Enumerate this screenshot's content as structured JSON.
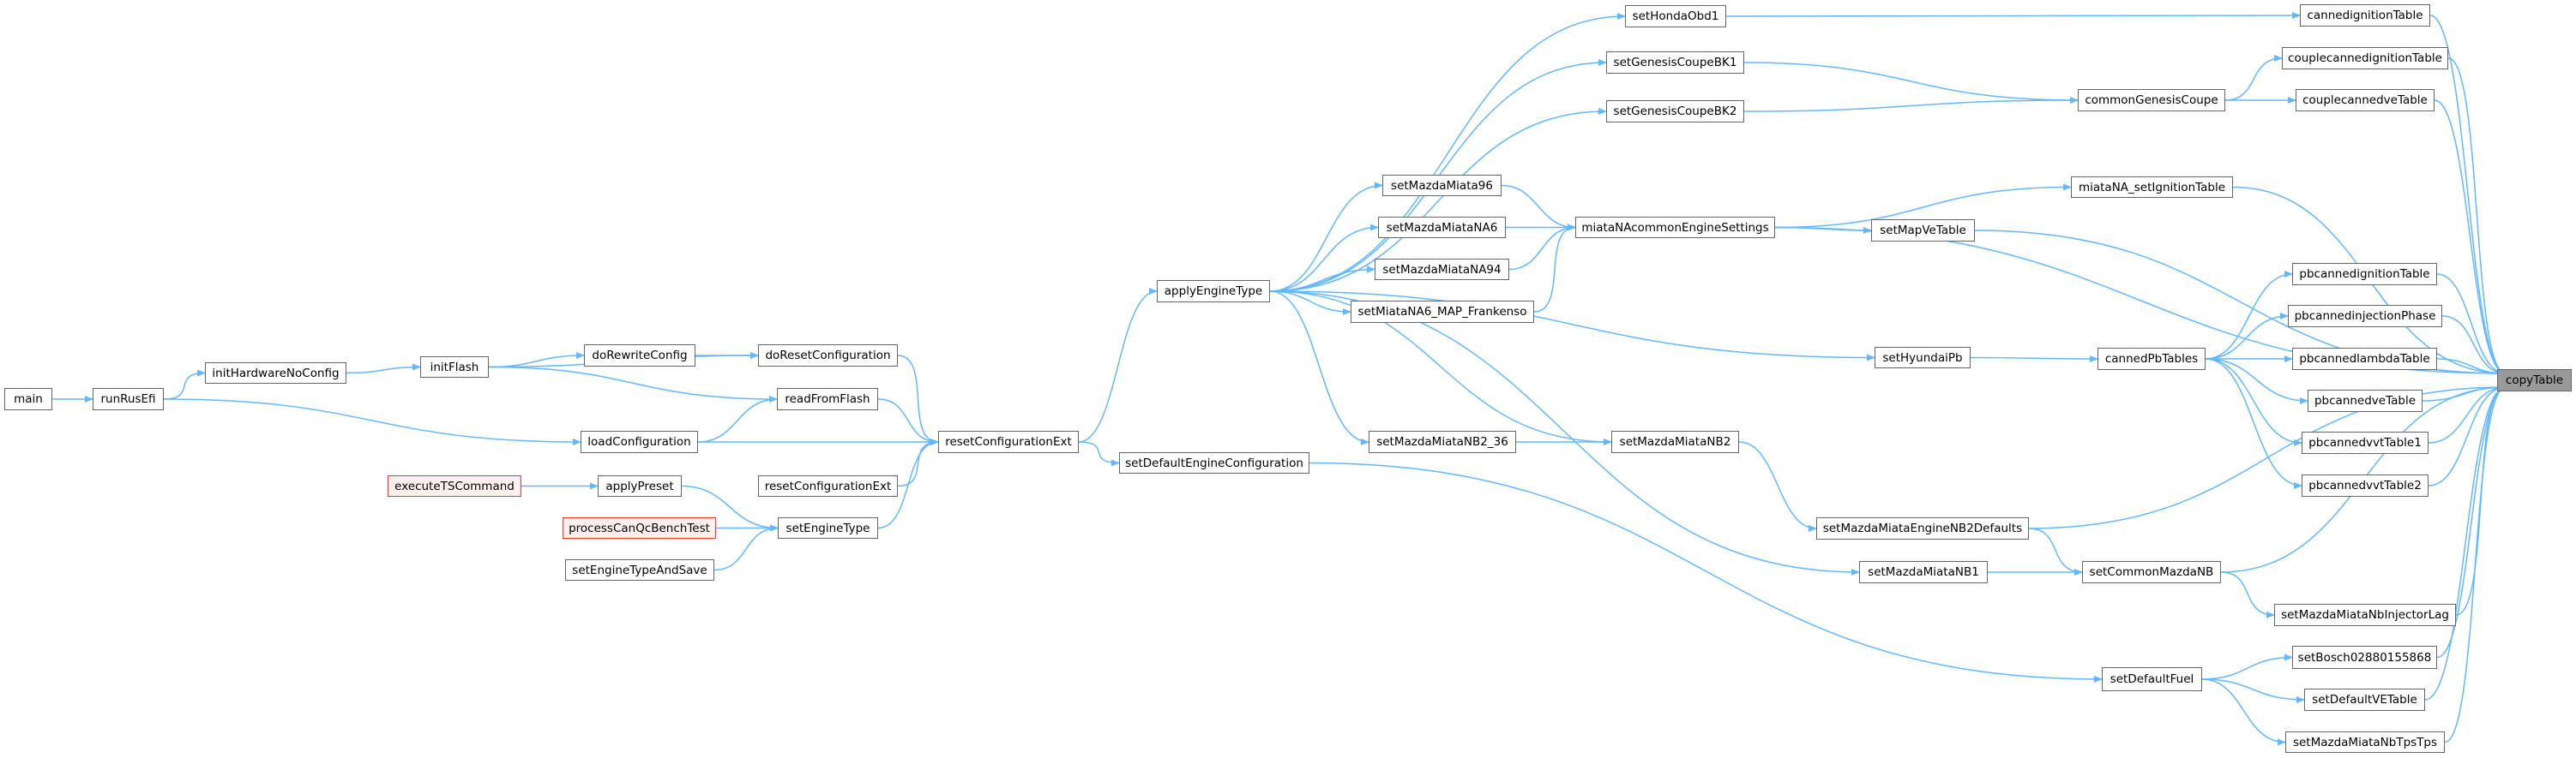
{
  "graph": {
    "type": "doxygen-caller-graph",
    "edge_color": "#63b8ff",
    "nodes": [
      {
        "id": "main",
        "label": "main"
      },
      {
        "id": "runRusEfi",
        "label": "runRusEfi"
      },
      {
        "id": "initHardwareNoConfig",
        "label": "initHardwareNoConfig"
      },
      {
        "id": "initFlash",
        "label": "initFlash"
      },
      {
        "id": "doRewriteConfig",
        "label": "doRewriteConfig"
      },
      {
        "id": "doResetConfiguration",
        "label": "doResetConfiguration"
      },
      {
        "id": "readFromFlash",
        "label": "readFromFlash"
      },
      {
        "id": "loadConfiguration",
        "label": "loadConfiguration"
      },
      {
        "id": "executeTSCommand",
        "label": "executeTSCommand",
        "style": "red"
      },
      {
        "id": "applyPreset",
        "label": "applyPreset"
      },
      {
        "id": "resetConfigurationExt2",
        "label": "resetConfigurationExt"
      },
      {
        "id": "processCanQcBenchTest",
        "label": "processCanQcBenchTest",
        "style": "red"
      },
      {
        "id": "setEngineType",
        "label": "setEngineType"
      },
      {
        "id": "setEngineTypeAndSave",
        "label": "setEngineTypeAndSave"
      },
      {
        "id": "resetConfigurationExt",
        "label": "resetConfigurationExt"
      },
      {
        "id": "setDefaultEngineConfiguration",
        "label": "setDefaultEngineConfiguration"
      },
      {
        "id": "applyEngineType",
        "label": "applyEngineType"
      },
      {
        "id": "setHondaObd1",
        "label": "setHondaObd1"
      },
      {
        "id": "setGenesisCoupeBK1",
        "label": "setGenesisCoupeBK1"
      },
      {
        "id": "setGenesisCoupeBK2",
        "label": "setGenesisCoupeBK2"
      },
      {
        "id": "setMazdaMiata96",
        "label": "setMazdaMiata96"
      },
      {
        "id": "setMazdaMiataNA6",
        "label": "setMazdaMiataNA6"
      },
      {
        "id": "setMazdaMiataNA94",
        "label": "setMazdaMiataNA94"
      },
      {
        "id": "setMiataNA6_MAP_Frankenso",
        "label": "setMiataNA6_MAP_Frankenso"
      },
      {
        "id": "setMazdaMiataNB2_36",
        "label": "setMazdaMiataNB2_36"
      },
      {
        "id": "miataNAcommonEngineSettings",
        "label": "miataNAcommonEngineSettings"
      },
      {
        "id": "setMazdaMiataNB2",
        "label": "setMazdaMiataNB2"
      },
      {
        "id": "cannedignitionTable",
        "label": "cannedignitionTable"
      },
      {
        "id": "couplecannedignitionTable",
        "label": "couplecannedignitionTable"
      },
      {
        "id": "commonGenesisCoupe",
        "label": "commonGenesisCoupe"
      },
      {
        "id": "couplecannedveTable",
        "label": "couplecannedveTable"
      },
      {
        "id": "miataNA_setIgnitionTable",
        "label": "miataNA_setIgnitionTable"
      },
      {
        "id": "setMapVeTable",
        "label": "setMapVeTable"
      },
      {
        "id": "pbcannedignitionTable",
        "label": "pbcannedignitionTable"
      },
      {
        "id": "pbcannedinjectionPhase",
        "label": "pbcannedinjectionPhase"
      },
      {
        "id": "pbcannedlambdaTable",
        "label": "pbcannedlambdaTable"
      },
      {
        "id": "copyTable",
        "label": "copyTable",
        "style": "current"
      },
      {
        "id": "pbcannedveTable",
        "label": "pbcannedveTable"
      },
      {
        "id": "pbcannedvvtTable1",
        "label": "pbcannedvvtTable1"
      },
      {
        "id": "pbcannedvvtTable2",
        "label": "pbcannedvvtTable2"
      },
      {
        "id": "setHyundaiPb",
        "label": "setHyundaiPb"
      },
      {
        "id": "cannedPbTables",
        "label": "cannedPbTables"
      },
      {
        "id": "setMazdaMiataEngineNB2Defaults",
        "label": "setMazdaMiataEngineNB2Defaults"
      },
      {
        "id": "setMazdaMiataNB1",
        "label": "setMazdaMiataNB1"
      },
      {
        "id": "setCommonMazdaNB",
        "label": "setCommonMazdaNB"
      },
      {
        "id": "setMazdaMiataNbInjectorLag",
        "label": "setMazdaMiataNbInjectorLag"
      },
      {
        "id": "setBosch02880155868",
        "label": "setBosch02880155868"
      },
      {
        "id": "setDefaultFuel",
        "label": "setDefaultFuel"
      },
      {
        "id": "setDefaultVETable",
        "label": "setDefaultVETable"
      },
      {
        "id": "setMazdaMiataNbTpsTps",
        "label": "setMazdaMiataNbTpsTps"
      }
    ],
    "edges": [
      [
        "main",
        "runRusEfi"
      ],
      [
        "runRusEfi",
        "initHardwareNoConfig"
      ],
      [
        "runRusEfi",
        "loadConfiguration"
      ],
      [
        "initHardwareNoConfig",
        "initFlash"
      ],
      [
        "initFlash",
        "doRewriteConfig"
      ],
      [
        "initFlash",
        "doResetConfiguration"
      ],
      [
        "initFlash",
        "readFromFlash"
      ],
      [
        "doRewriteConfig",
        "doResetConfiguration"
      ],
      [
        "loadConfiguration",
        "readFromFlash"
      ],
      [
        "loadConfiguration",
        "resetConfigurationExt"
      ],
      [
        "doResetConfiguration",
        "resetConfigurationExt"
      ],
      [
        "readFromFlash",
        "resetConfigurationExt"
      ],
      [
        "resetConfigurationExt2",
        "resetConfigurationExt"
      ],
      [
        "setEngineType",
        "resetConfigurationExt"
      ],
      [
        "executeTSCommand",
        "applyPreset"
      ],
      [
        "applyPreset",
        "setEngineType"
      ],
      [
        "processCanQcBenchTest",
        "setEngineType"
      ],
      [
        "setEngineTypeAndSave",
        "setEngineType"
      ],
      [
        "resetConfigurationExt",
        "applyEngineType"
      ],
      [
        "resetConfigurationExt",
        "setDefaultEngineConfiguration"
      ],
      [
        "applyEngineType",
        "setHondaObd1"
      ],
      [
        "applyEngineType",
        "setGenesisCoupeBK1"
      ],
      [
        "applyEngineType",
        "setGenesisCoupeBK2"
      ],
      [
        "applyEngineType",
        "setMazdaMiata96"
      ],
      [
        "applyEngineType",
        "setMazdaMiataNA6"
      ],
      [
        "applyEngineType",
        "setMazdaMiataNA94"
      ],
      [
        "applyEngineType",
        "setMiataNA6_MAP_Frankenso"
      ],
      [
        "applyEngineType",
        "setHyundaiPb"
      ],
      [
        "applyEngineType",
        "setMazdaMiataNB2_36"
      ],
      [
        "applyEngineType",
        "setMazdaMiataNB2"
      ],
      [
        "applyEngineType",
        "setMazdaMiataNB1"
      ],
      [
        "setMazdaMiata96",
        "miataNAcommonEngineSettings"
      ],
      [
        "setMazdaMiataNA6",
        "miataNAcommonEngineSettings"
      ],
      [
        "setMazdaMiataNA94",
        "miataNAcommonEngineSettings"
      ],
      [
        "setMiataNA6_MAP_Frankenso",
        "miataNAcommonEngineSettings"
      ],
      [
        "setMazdaMiataNB2_36",
        "setMazdaMiataNB2"
      ],
      [
        "setMazdaMiataNB2",
        "setMazdaMiataEngineNB2Defaults"
      ],
      [
        "setDefaultEngineConfiguration",
        "setDefaultFuel"
      ],
      [
        "setHondaObd1",
        "cannedignitionTable"
      ],
      [
        "setGenesisCoupeBK1",
        "commonGenesisCoupe"
      ],
      [
        "setGenesisCoupeBK2",
        "commonGenesisCoupe"
      ],
      [
        "commonGenesisCoupe",
        "couplecannedignitionTable"
      ],
      [
        "commonGenesisCoupe",
        "couplecannedveTable"
      ],
      [
        "miataNAcommonEngineSettings",
        "miataNA_setIgnitionTable"
      ],
      [
        "miataNAcommonEngineSettings",
        "setMapVeTable"
      ],
      [
        "miataNAcommonEngineSettings",
        "copyTable"
      ],
      [
        "setHyundaiPb",
        "cannedPbTables"
      ],
      [
        "cannedPbTables",
        "pbcannedignitionTable"
      ],
      [
        "cannedPbTables",
        "pbcannedinjectionPhase"
      ],
      [
        "cannedPbTables",
        "pbcannedlambdaTable"
      ],
      [
        "cannedPbTables",
        "pbcannedveTable"
      ],
      [
        "cannedPbTables",
        "pbcannedvvtTable1"
      ],
      [
        "cannedPbTables",
        "pbcannedvvtTable2"
      ],
      [
        "setMazdaMiataEngineNB2Defaults",
        "setCommonMazdaNB"
      ],
      [
        "setMazdaMiataEngineNB2Defaults",
        "copyTable"
      ],
      [
        "setMazdaMiataNB1",
        "setCommonMazdaNB"
      ],
      [
        "setCommonMazdaNB",
        "setMazdaMiataNbInjectorLag"
      ],
      [
        "setCommonMazdaNB",
        "copyTable"
      ],
      [
        "setDefaultFuel",
        "setBosch02880155868"
      ],
      [
        "setDefaultFuel",
        "setDefaultVETable"
      ],
      [
        "setDefaultFuel",
        "setMazdaMiataNbTpsTps"
      ],
      [
        "cannedignitionTable",
        "copyTable"
      ],
      [
        "couplecannedignitionTable",
        "copyTable"
      ],
      [
        "couplecannedveTable",
        "copyTable"
      ],
      [
        "miataNA_setIgnitionTable",
        "copyTable"
      ],
      [
        "setMapVeTable",
        "copyTable"
      ],
      [
        "pbcannedignitionTable",
        "copyTable"
      ],
      [
        "pbcannedinjectionPhase",
        "copyTable"
      ],
      [
        "pbcannedlambdaTable",
        "copyTable"
      ],
      [
        "pbcannedveTable",
        "copyTable"
      ],
      [
        "pbcannedvvtTable1",
        "copyTable"
      ],
      [
        "pbcannedvvtTable2",
        "copyTable"
      ],
      [
        "setMazdaMiataNbInjectorLag",
        "copyTable"
      ],
      [
        "setBosch02880155868",
        "copyTable"
      ],
      [
        "setDefaultVETable",
        "copyTable"
      ],
      [
        "setMazdaMiataNbTpsTps",
        "copyTable"
      ]
    ]
  }
}
